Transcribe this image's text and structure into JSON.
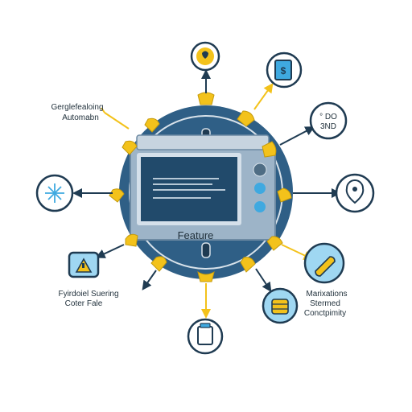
{
  "hub": {
    "screen_label": "Feature"
  },
  "labels": {
    "top_left_line1": "Gerglefealoing",
    "top_left_line2": "Automabn",
    "bottom_left_line1": "Fyirdoiel Suering",
    "bottom_left_line2": "Coter Fale",
    "bottom_right_line1": "Marixations",
    "bottom_right_line2": "Stermed",
    "bottom_right_line3": "Conctpimity",
    "right_badge_line1": "° DO",
    "right_badge_line2": "3ND"
  },
  "colors": {
    "hub_dark": "#2f5f86",
    "hub_ring": "#d8e2ea",
    "device_body": "#9db4c8",
    "screen": "#214a6b",
    "accent_yellow": "#f3c21b",
    "node_navy": "#1f3b52",
    "connector": "#1f3b52",
    "node_fill_light": "#9fd7f2"
  },
  "icons": [
    "lightbulb-icon",
    "clipboard-dollar-icon",
    "degree-badge-icon",
    "location-pin-icon",
    "wrench-icon",
    "money-stack-icon",
    "document-icon",
    "warning-cube-icon",
    "snowflake-network-icon"
  ]
}
